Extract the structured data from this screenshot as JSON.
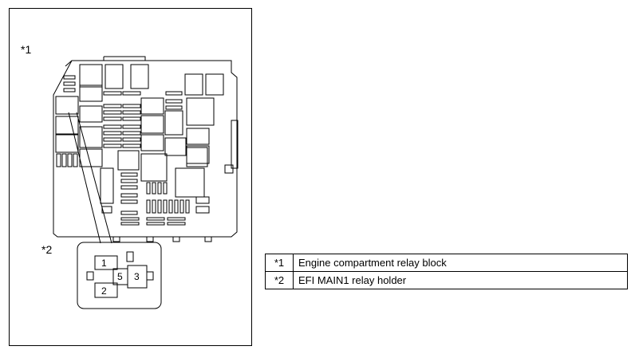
{
  "diagram": {
    "callouts": [
      {
        "id": "callout-1",
        "text": "*1"
      },
      {
        "id": "callout-2",
        "text": "*2"
      }
    ],
    "terminals": [
      {
        "id": "terminal-1",
        "text": "1"
      },
      {
        "id": "terminal-2",
        "text": "2"
      },
      {
        "id": "terminal-3",
        "text": "3"
      },
      {
        "id": "terminal-5",
        "text": "5"
      }
    ]
  },
  "legend": {
    "rows": [
      {
        "key": "*1",
        "label": "Engine compartment relay block"
      },
      {
        "key": "*2",
        "label": "EFI MAIN1 relay holder"
      }
    ]
  }
}
